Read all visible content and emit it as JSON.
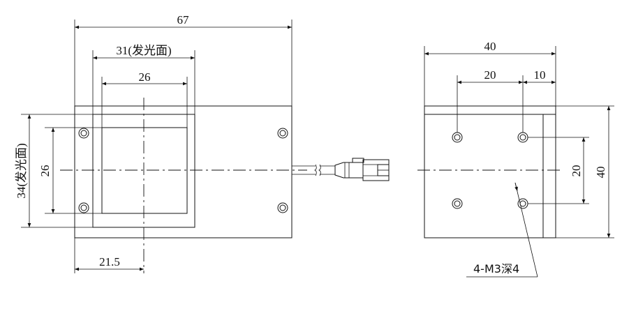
{
  "drawing": {
    "front_view": {
      "overall_width": "67",
      "emitting_width": "31(发光面)",
      "inner_width": "26",
      "overall_height": "34(发光面)",
      "inner_height": "26",
      "offset": "21.5"
    },
    "side_view": {
      "overall_width": "40",
      "hole_spacing_x": "20",
      "hole_offset_x": "10",
      "hole_spacing_y": "20",
      "overall_height": "40",
      "hole_callout": "4-M3深4"
    }
  }
}
